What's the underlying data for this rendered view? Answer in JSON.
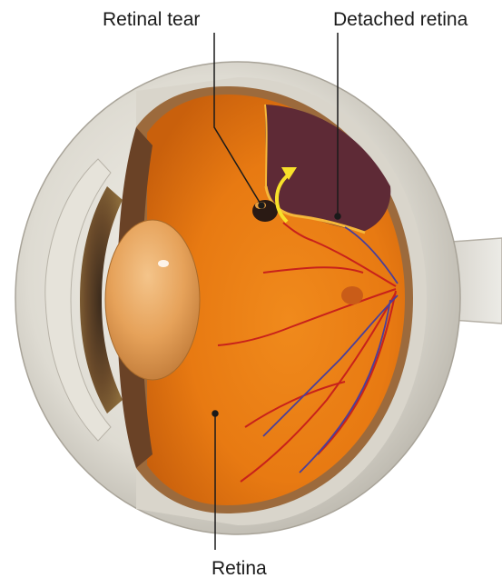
{
  "labels": {
    "retinal_tear": "Retinal tear",
    "detached_retina": "Detached retina",
    "retina": "Retina"
  }
}
